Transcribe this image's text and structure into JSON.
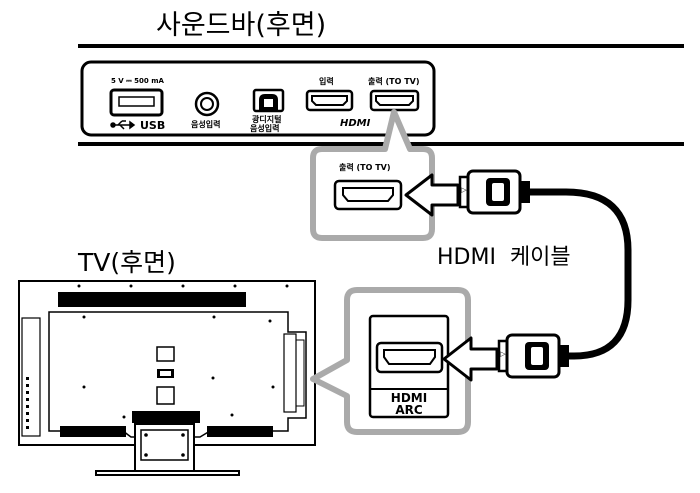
{
  "soundbar": {
    "title": "사운드바(후면)",
    "usb_power": "5 V ⎓ 500 mA",
    "usb_label": "USB",
    "audio_in_label": "음성입력",
    "optical_label_line1": "광디지털",
    "optical_label_line2": "음성입력",
    "hdmi_in_label": "입력",
    "hdmi_out_label": "출력 (TO TV)",
    "hdmi_logo": "HDMI"
  },
  "zoom_soundbar": {
    "port_label": "출력 (TO TV)"
  },
  "cable": {
    "label": "HDMI  케이블"
  },
  "tv": {
    "title": "TV(후면)"
  },
  "zoom_tv": {
    "port_label_line1": "HDMI",
    "port_label_line2": "ARC"
  },
  "colors": {
    "line": "#000000",
    "callout_gray": "#aaaaaa",
    "background": "#ffffff"
  }
}
